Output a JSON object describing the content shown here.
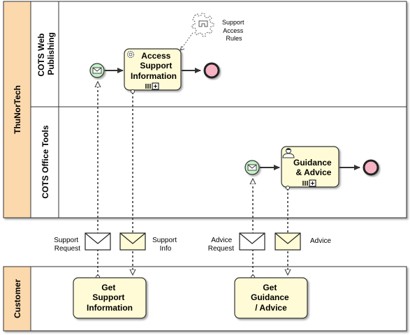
{
  "pools": {
    "thunortech": {
      "label": "ThuNorTech",
      "lanes": {
        "web_publishing": {
          "line1": "COTS Web",
          "line2": "Publishing"
        },
        "office_tools": {
          "label": "COTS Office Tools"
        }
      }
    },
    "customer": {
      "label": "Customer"
    }
  },
  "tasks": {
    "access_support": {
      "line1": "Access",
      "line2": "Support",
      "line3": "Information"
    },
    "guidance_advice": {
      "line1": "Guidance",
      "line2": "& Advice"
    },
    "get_support": {
      "line1": "Get",
      "line2": "Support",
      "line3": "Information"
    },
    "get_guidance": {
      "line1": "Get",
      "line2": "Guidance",
      "line3": "/ Advice"
    }
  },
  "annotation": {
    "line1": "Support",
    "line2": "Access",
    "line3": "Rules"
  },
  "messages": {
    "support_request": {
      "line1": "Support",
      "line2": "Request"
    },
    "support_info": {
      "line1": "Support",
      "line2": "Info"
    },
    "advice_request": {
      "line1": "Advice",
      "line2": "Request"
    },
    "advice": {
      "line1": "Advice"
    }
  },
  "colors": {
    "pool_header": "#fbd9ad",
    "pool_body": "#ffffff",
    "task_fill": "#fffbd6",
    "start_event": "#c5f2c8",
    "end_event": "#f6b3c4"
  }
}
